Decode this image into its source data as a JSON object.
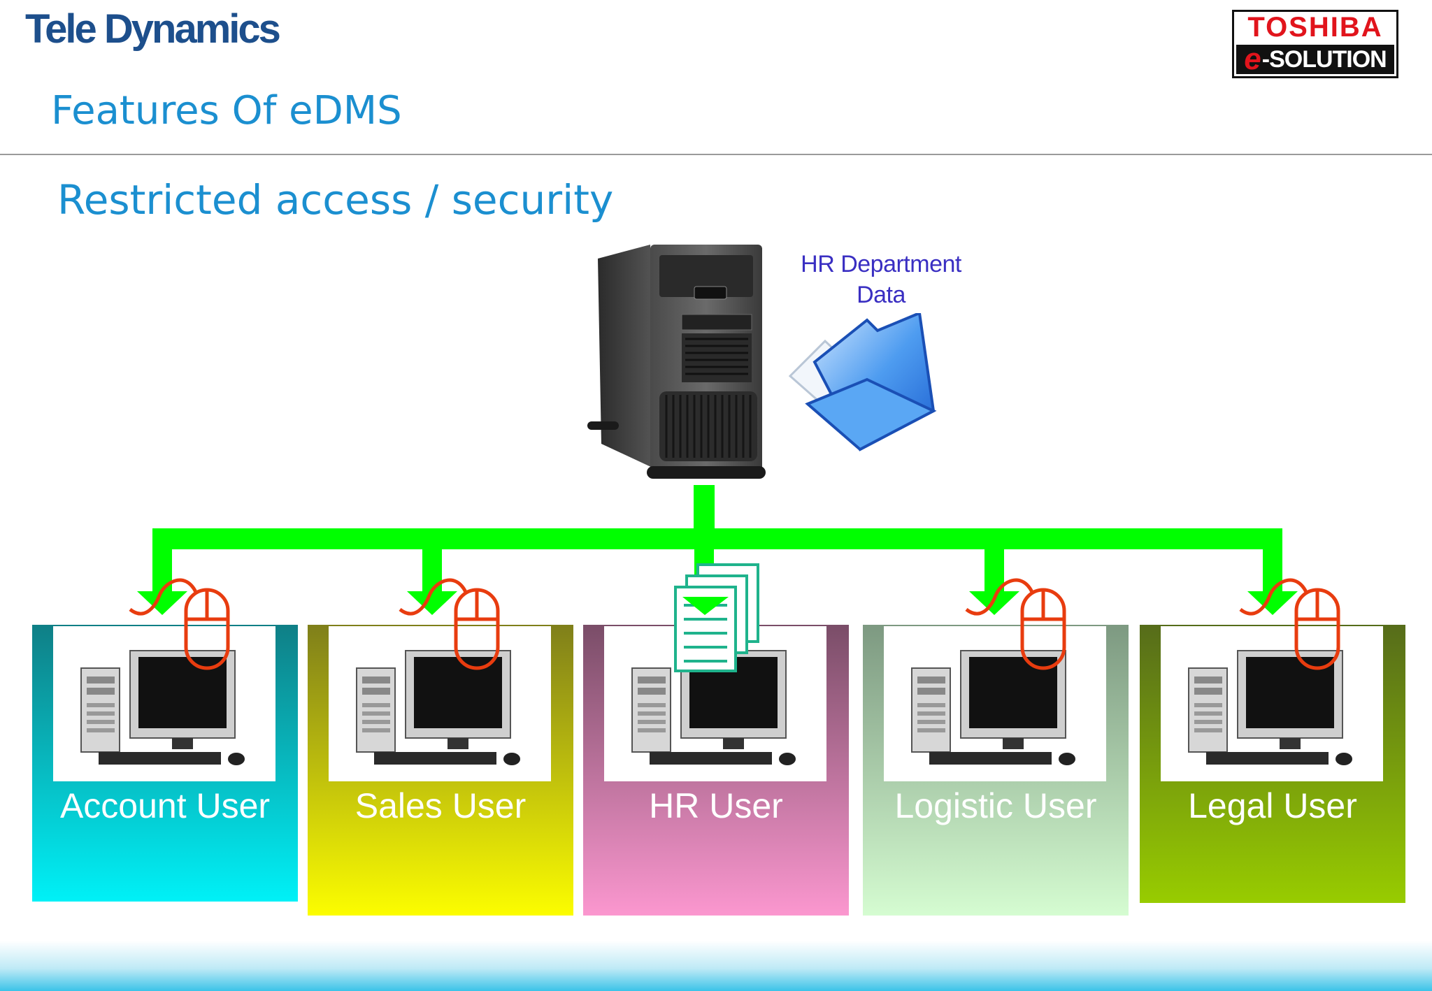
{
  "header": {
    "brand": "Tele Dynamics",
    "logo_top": "TOSHIBA",
    "logo_e": "e",
    "logo_bottom": "-SOLUTION"
  },
  "slide": {
    "title": "Features Of eDMS",
    "subtitle": "Restricted access / security"
  },
  "server": {
    "data_label_line1": "HR Department",
    "data_label_line2": "Data"
  },
  "users": [
    {
      "label": "Account User",
      "top": "#0f7f86",
      "bottom": "#00f1f7"
    },
    {
      "label": "Sales User",
      "top": "#7f7f1a",
      "bottom": "#fcfd00"
    },
    {
      "label": "HR User",
      "top": "#7a4d68",
      "bottom": "#fb97cf"
    },
    {
      "label": "Logistic User",
      "top": "#7d9981",
      "bottom": "#d5fcd1"
    },
    {
      "label": "Legal User",
      "top": "#566c1a",
      "bottom": "#98cc00"
    }
  ],
  "colors": {
    "network": "#00ff00",
    "mouse": "#e83c0f",
    "documents": "#1fb38c"
  }
}
